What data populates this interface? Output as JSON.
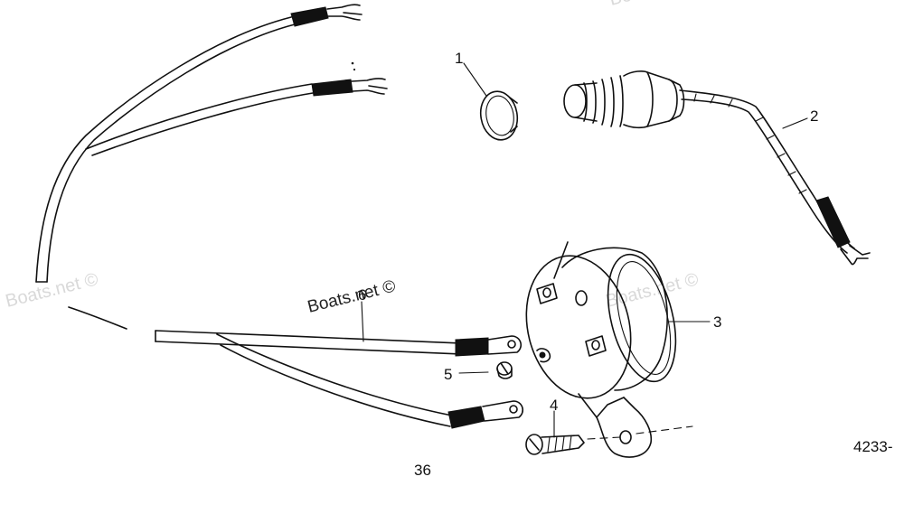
{
  "callouts": {
    "c1": "1",
    "c2": "2",
    "c3": "3",
    "c4": "4",
    "c5": "5",
    "c6": "6"
  },
  "page_number": "36",
  "figure_code": "4233-",
  "watermarks": {
    "w1": "Boats.net ©",
    "w2": "Boats.net ©",
    "w3": "Boats.net ©",
    "w4": "Boats.net ©"
  },
  "colors": {
    "ink": "#111111",
    "watermark": "#d9d9d9"
  }
}
